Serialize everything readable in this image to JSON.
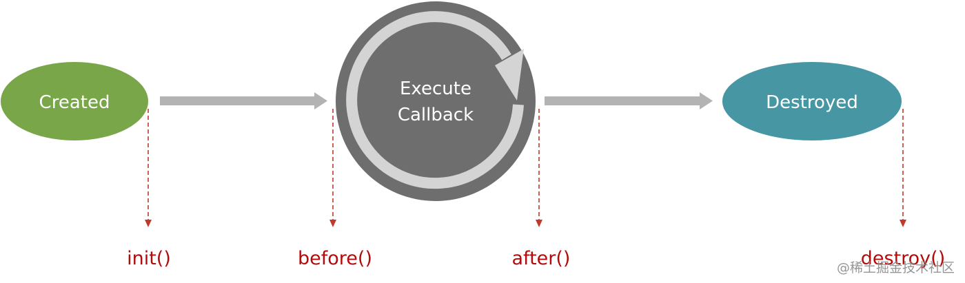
{
  "colors": {
    "created": "#7aa64a",
    "execute_outer": "#6e6e6e",
    "execute_ring": "#d4d4d4",
    "destroyed": "#4697a3",
    "arrow": "#b3b3b3",
    "hook_line": "#c0392b",
    "hook_text": "#b30b0b",
    "watermark": "#8a8a8a"
  },
  "nodes": {
    "created": "Created",
    "execute_line1": "Execute",
    "execute_line2": "Callback",
    "destroyed": "Destroyed"
  },
  "hooks": {
    "init": "init()",
    "before": "before()",
    "after": "after()",
    "destroy": "destroy()"
  },
  "watermark": "@稀土掘金技术社区"
}
